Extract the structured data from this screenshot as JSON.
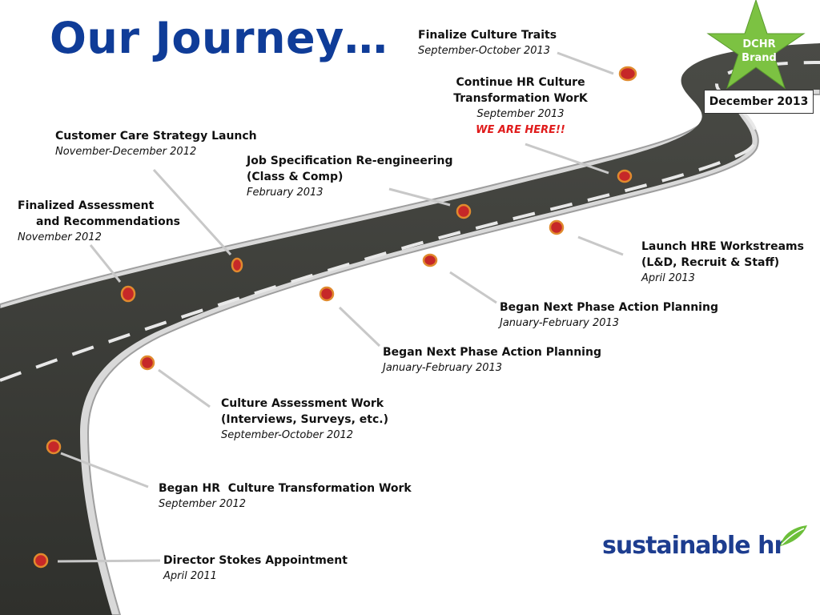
{
  "title": "Our Journey…",
  "star": {
    "label_line1": "DCHR",
    "label_line2": "Brand",
    "color": "#7cc242"
  },
  "end_date": "December 2013",
  "logo": {
    "text": "sustainable hr",
    "leaf_color": "#6cbf3a",
    "text_color": "#1d3d8f"
  },
  "milestones": [
    {
      "title": "Director Stokes Appointment",
      "date": "April 2011"
    },
    {
      "title": "Began HR  Culture Transformation Work",
      "date": "September 2012"
    },
    {
      "title": "Culture Assessment Work",
      "title2": "(Interviews, Surveys, etc.)",
      "date": "September-October 2012"
    },
    {
      "title": "Finalized Assessment",
      "title2": "and Recommendations",
      "date": "November 2012"
    },
    {
      "title": "Customer Care Strategy Launch",
      "date": "November-December 2012"
    },
    {
      "title": "Began Next Phase Action Planning",
      "date": "January-February 2013"
    },
    {
      "title": "Began Next Phase Action Planning",
      "date": "January-February 2013"
    },
    {
      "title": "Job Specification Re-engineering",
      "title2": "(Class & Comp)",
      "date": "February 2013"
    },
    {
      "title": "Launch HRE Workstreams",
      "title2": "(L&D, Recruit & Staff)",
      "date": "April 2013"
    },
    {
      "title": "Continue HR Culture",
      "title2": "Transformation WorK",
      "date": "September 2013",
      "note": "WE ARE HERE!!"
    },
    {
      "title": "Finalize Culture Traits",
      "date": "September-October 2013"
    }
  ],
  "colors": {
    "road": "#3b3c38",
    "road_edge": "#b9b9b9",
    "marker_fill": "#c62828",
    "marker_ring": "#e08a2e",
    "title": "#0f3c98"
  }
}
